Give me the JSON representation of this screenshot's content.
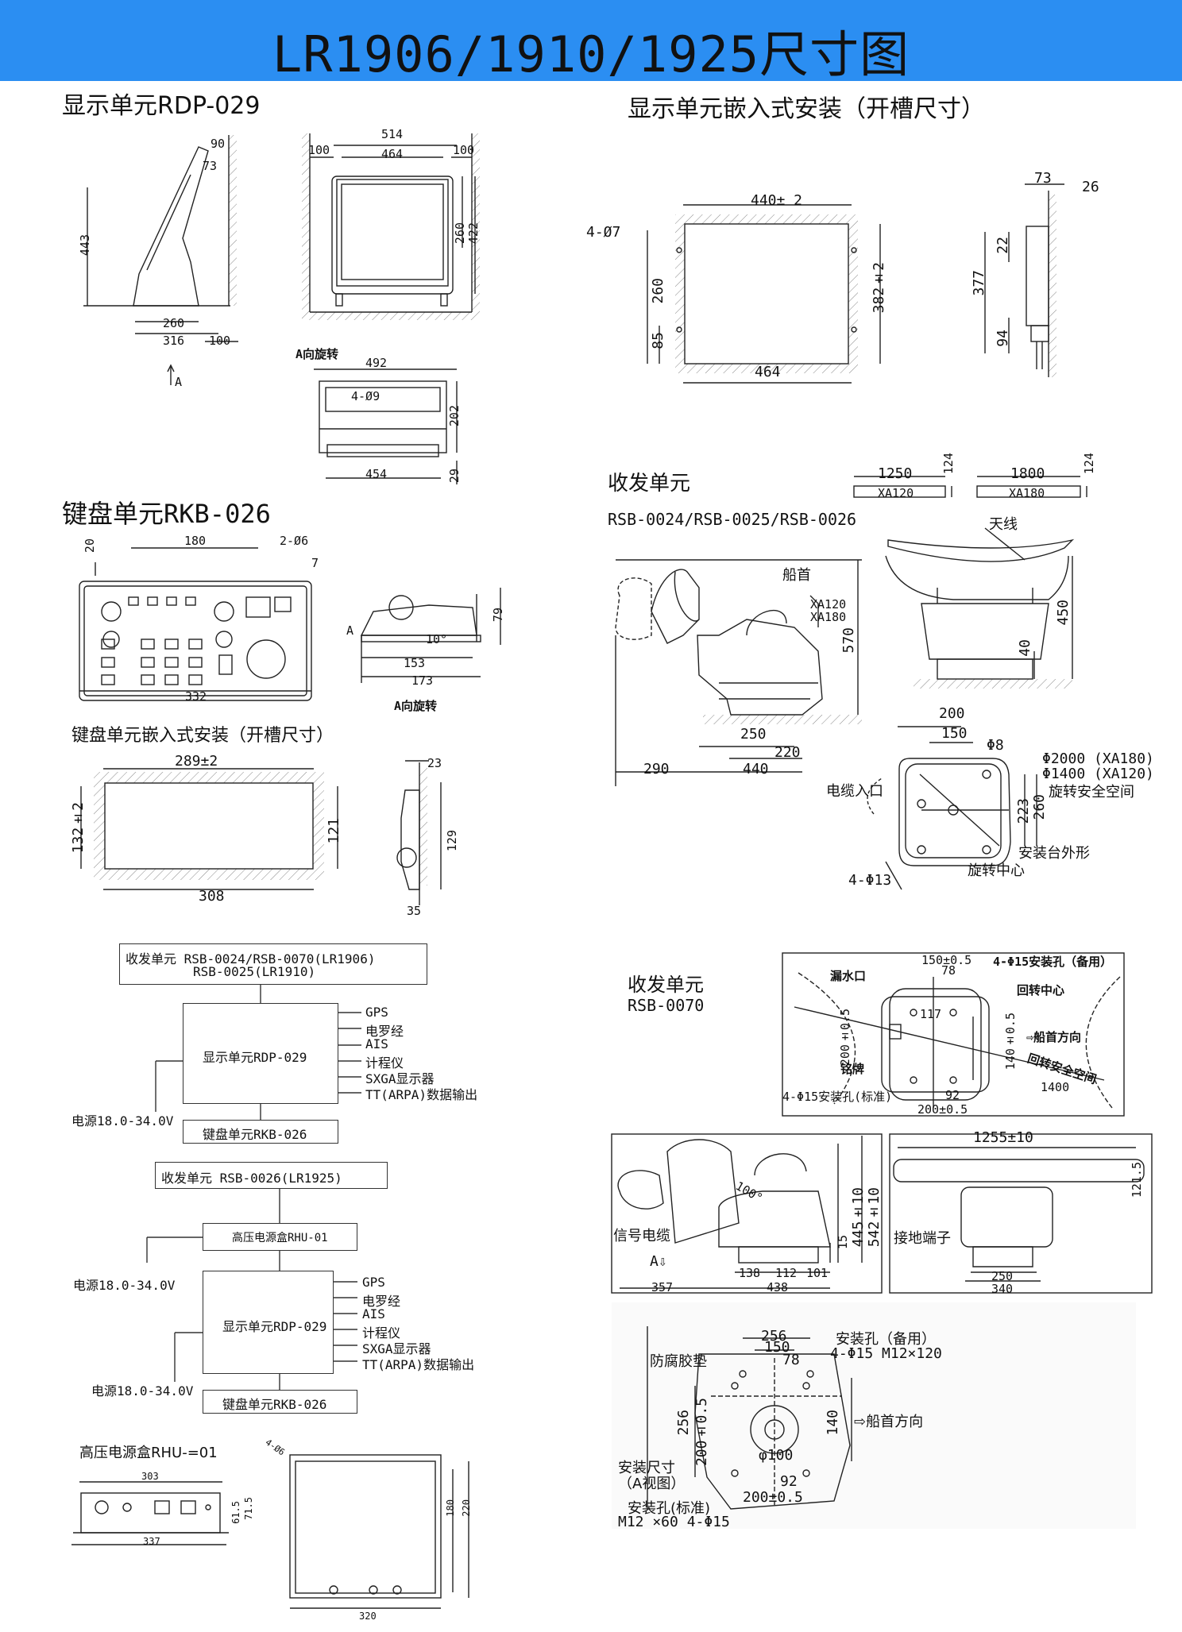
{
  "page_title": "LR1906/1910/1925尺寸图",
  "sections": {
    "display_unit": "显示单元RDP-029",
    "display_flush": "显示单元嵌入式安装（开槽尺寸）",
    "keyboard_unit": "键盘单元RKB-026",
    "keyboard_flush": "键盘单元嵌入式安装（开槽尺寸）",
    "transceiver": "收发单元",
    "transceiver_models": "RSB-0024/RSB-0025/RSB-0026",
    "transceiver2": "收发单元",
    "transceiver2_model": "RSB-0070",
    "hv_box": "高压电源盒RHU-=01"
  },
  "display_dims": [
    "90",
    "73",
    "443",
    "260",
    "316",
    "100",
    "514",
    "100",
    "464",
    "100",
    "260",
    "422",
    "A",
    "A向旋转",
    "492",
    "4-Ø9",
    "202",
    "454",
    "29"
  ],
  "display_flush_dims": [
    "440± 2",
    "4-Ø7",
    "260",
    "85",
    "382±2",
    "464",
    "73",
    "26",
    "22",
    "377",
    "94"
  ],
  "keyboard_dims": [
    "180",
    "2-Ø6",
    "20",
    "7",
    "A",
    "332",
    "79",
    "10°",
    "153",
    "173",
    "A向旋转"
  ],
  "keyboard_flush_dims": [
    "289±2",
    "132±2",
    "121",
    "308",
    "23",
    "129",
    "35"
  ],
  "antenna_labels": {
    "xa120_len": "1250",
    "xa120": "XA120",
    "xa180_len": "1800",
    "xa180": "XA180",
    "ant_h": "124",
    "antenna": "天线",
    "bow": "船首",
    "xa_list_1": "XA120",
    "xa_list_2": "XA180",
    "h570": "570",
    "h450": "450",
    "h40": "40",
    "d250": "250",
    "d220": "220",
    "d290": "290",
    "d440": "440",
    "p200": "200",
    "p150": "150",
    "p8": "Φ8",
    "cable": "电缆入口",
    "r2000": "Φ2000 (XA180)",
    "r1400": "Φ1400 (XA120)",
    "swing": "旋转安全空间",
    "d223": "223",
    "d260": "260",
    "outline": "安装台外形",
    "center": "旋转中心",
    "holes": "4-Φ13"
  },
  "rsb0070_labels": {
    "drain": "漏水口",
    "d150": "150±0.5",
    "d78": "78",
    "holes_spare": "4-Φ15安装孔（备用）",
    "rot_center": "回转中心",
    "bow_dir": "⇨船首方向",
    "d117": "117",
    "d200v": "200±0.5",
    "d140": "140±0.5",
    "plate": "铭牌",
    "safe": "回转安全空间",
    "d1400": "1400",
    "holes_std": "4-Φ15安装孔(标准)",
    "d92": "92",
    "d200h": "200±0.5",
    "d1255": "1255±10",
    "d121": "121.5",
    "d100": "100°",
    "d445": "445±10",
    "d542": "542±10",
    "d15": "15",
    "signal": "信号电缆",
    "aview": "A⇩",
    "d138": "138",
    "d112": "112",
    "d101": "101",
    "d357": "357",
    "d438": "438",
    "ground": "接地端子",
    "d250": "250",
    "d340": "340",
    "m256": "256",
    "m150": "150",
    "m78": "78",
    "pad": "防腐胶垫",
    "spare": "安装孔（备用）",
    "spare2": "4-Φ15 M12×120",
    "m256v": "256",
    "m200v": "200±0.5",
    "m140": "140",
    "bow2": "⇨船首方向",
    "m100": "φ100",
    "m92": "92",
    "install1": "安装尺寸",
    "install2": "（A视图）",
    "std": "安装孔(标准)",
    "m200h": "200±0.5",
    "m12": "M12 ×60  4-Φ15"
  },
  "block1": {
    "trx": "收发单元   RSB-0024/RSB-0070(LR1906)",
    "trx2": "RSB-0025(LR1910)",
    "disp": "显示单元RDP-029",
    "inputs": [
      "GPS",
      "电罗经",
      "AIS",
      "计程仪",
      "SXGA显示器",
      "TT(ARPA)数据输出"
    ],
    "power": "电源18.0-34.0V",
    "kbd": "键盘单元RKB-026"
  },
  "block2": {
    "trx": "收发单元   RSB-0026(LR1925)",
    "hv": "高压电源盒RHU-01",
    "power_hv": "电源18.0-34.0V",
    "disp": "显示单元RDP-029",
    "inputs": [
      "GPS",
      "电罗经",
      "AIS",
      "计程仪",
      "SXGA显示器",
      "TT(ARPA)数据输出"
    ],
    "power": "电源18.0-34.0V",
    "kbd": "键盘单元RKB-026"
  },
  "hv_dims": [
    "303",
    "61.5",
    "71.5",
    "337",
    "4-Ø6",
    "180",
    "220",
    "320"
  ]
}
